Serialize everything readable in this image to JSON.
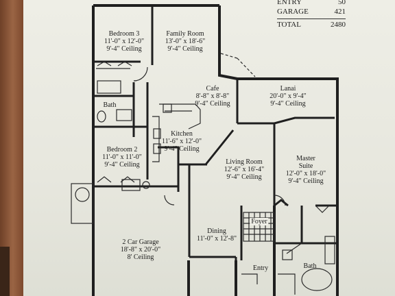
{
  "summary_table": {
    "rows": [
      {
        "label": "ENTRY",
        "value": "50"
      },
      {
        "label": "GARAGE",
        "value": "421"
      },
      {
        "label": "TOTAL",
        "value": "2480"
      }
    ]
  },
  "rooms": {
    "bedroom3": {
      "name": "Bedroom 3",
      "size": "11'-0\" x 12'-0\"",
      "ceiling": "9'-4\" Ceiling"
    },
    "family_room": {
      "name": "Family Room",
      "size": "13'-0\" x 18'-6\"",
      "ceiling": "9'-4\" Ceiling"
    },
    "cafe": {
      "name": "Cafe",
      "size": "8'-8\" x 8'-8\"",
      "ceiling": "9'-4\" Ceiling"
    },
    "lanai": {
      "name": "Lanai",
      "size": "20'-0\" x 9'-4\"",
      "ceiling": "9'-4\" Ceiling"
    },
    "bath_left": {
      "name": "Bath"
    },
    "kitchen": {
      "name": "Kitchen",
      "size": "11'-6\" x 12'-0\"",
      "ceiling": "9'-4\" Ceiling"
    },
    "bedroom2": {
      "name": "Bedroom 2",
      "size": "11'-0\" x 11'-0\"",
      "ceiling": "9'-4\" Ceiling"
    },
    "living_room": {
      "name": "Living Room",
      "size": "12'-6\" x 16'-4\"",
      "ceiling": "9'-4\" Ceiling"
    },
    "master_suite": {
      "name": "Master Suite",
      "size": "12'-0\" x 18'-0\"",
      "ceiling": "9'-4\" Ceiling",
      "line1": "Master",
      "line2": "Suite"
    },
    "foyer": {
      "name": "Foyer"
    },
    "dining": {
      "name": "Dining",
      "size": "11'-0\" x 12'-8\""
    },
    "garage": {
      "name": "2 Car Garage",
      "size": "18'-8\" x 20'-0\"",
      "ceiling": "8' Ceiling"
    },
    "entry": {
      "name": "Entry"
    },
    "bath_right": {
      "name": "Bath"
    }
  },
  "colors": {
    "paper": "#eeeee6",
    "ink": "#1b1b1b",
    "wood": "#8a5a3c"
  }
}
